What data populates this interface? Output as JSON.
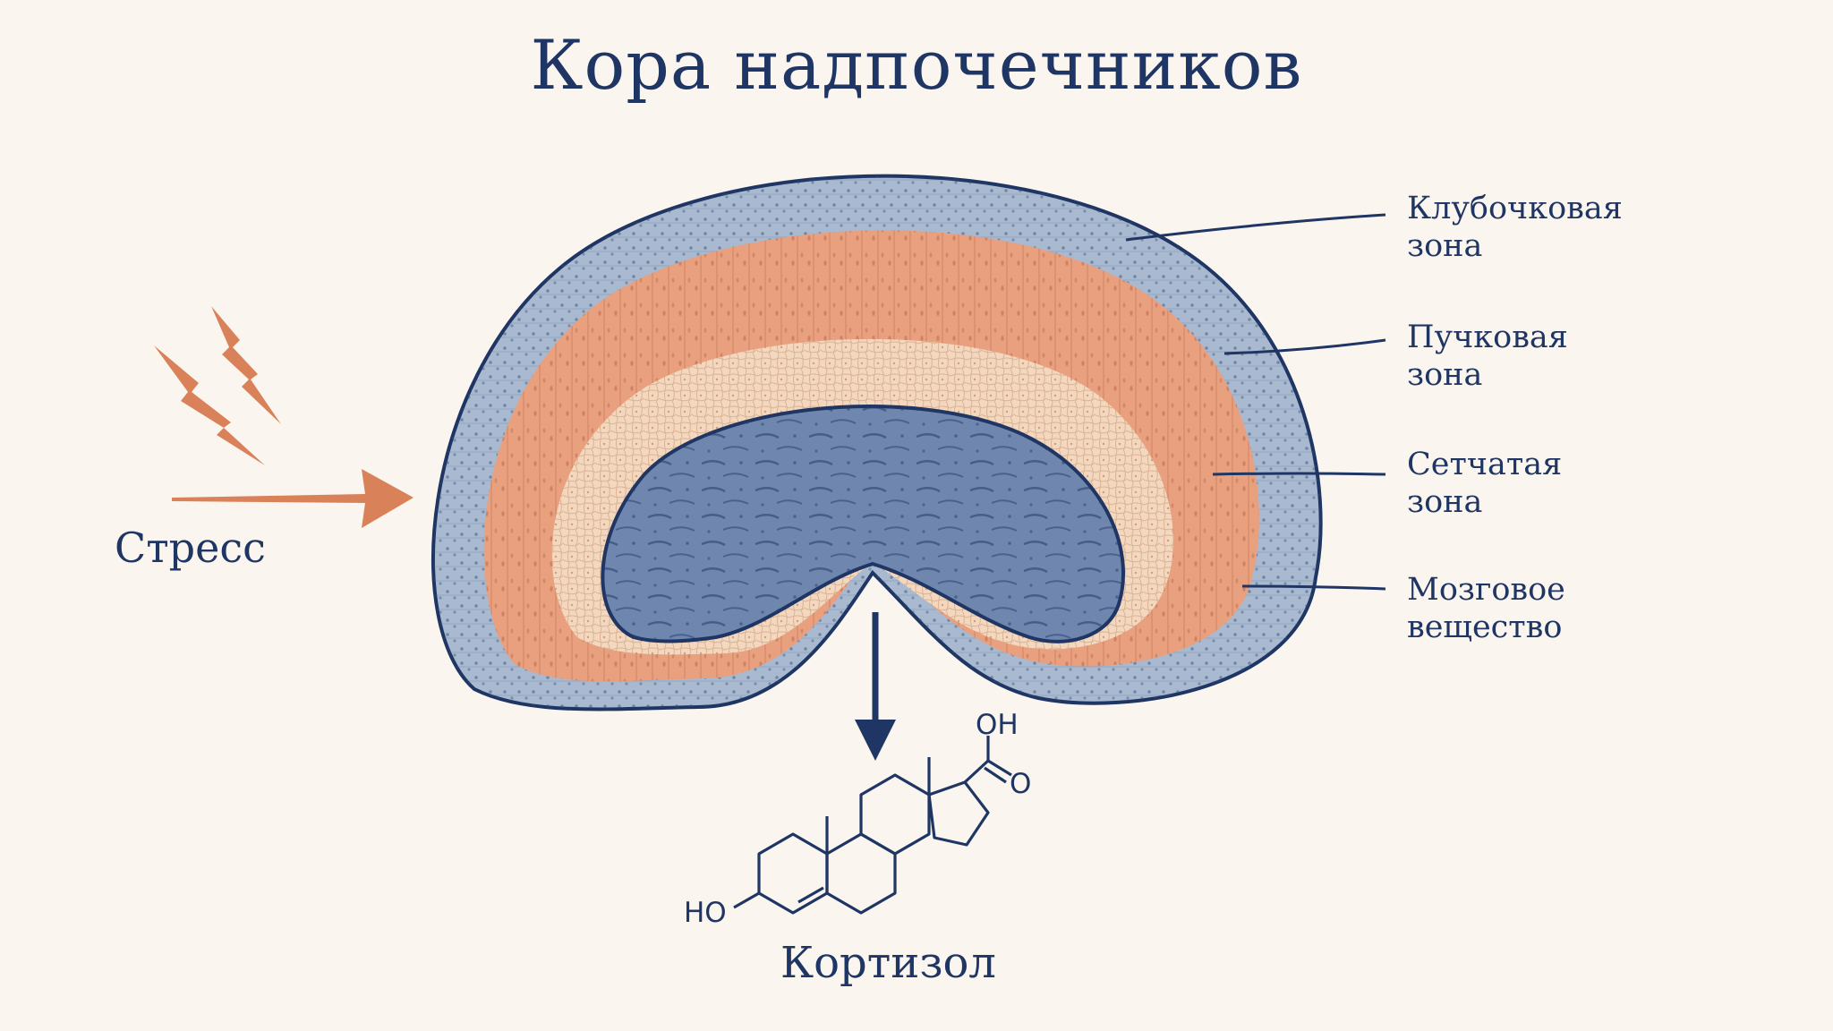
{
  "title": "Кора надпочечников",
  "labels": {
    "zona_glomerulosa": {
      "line1": "Клубочковая",
      "line2": "зона"
    },
    "zona_fasciculata": {
      "line1": "Пучковая",
      "line2": "зона"
    },
    "zona_reticularis": {
      "line1": "Сетчатая",
      "line2": "зона"
    },
    "medulla": {
      "line1": "Мозговое",
      "line2": "вещество"
    }
  },
  "stress": {
    "label": "Стресс"
  },
  "cortisol": {
    "label": "Кортизол",
    "groups": {
      "oh_top": "OH",
      "oxo": "O",
      "ho_left": "HO"
    }
  },
  "icons": {
    "stress_symbol": "lightning-bolt-icon",
    "input_arrow": "arrow-right-icon",
    "output_arrow": "arrow-down-icon"
  },
  "colors": {
    "ink": "#1f3563",
    "capsule_blue": "#a9b9d0",
    "fasciculata_orange": "#e8a07e",
    "reticularis_cream": "#f3d8bf",
    "medulla_blue": "#6f86ae",
    "stress_orange": "#d9825a"
  }
}
